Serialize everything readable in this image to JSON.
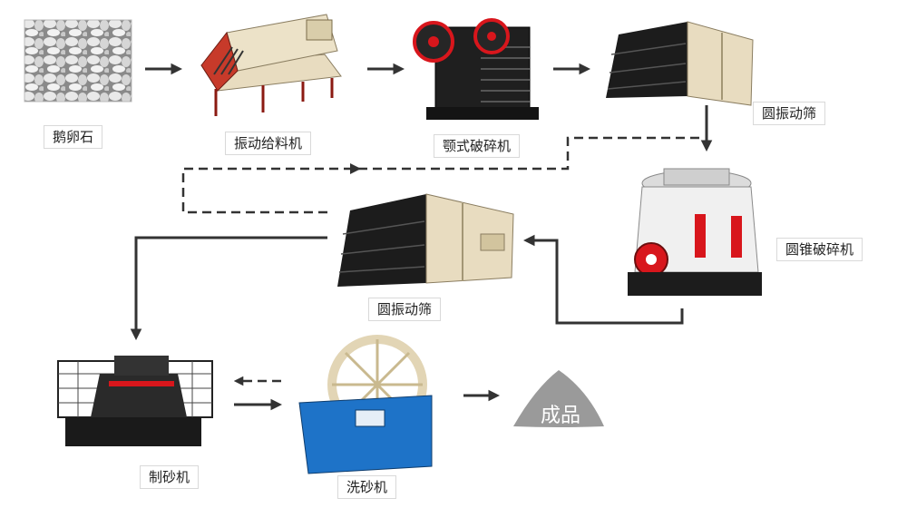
{
  "steps": {
    "pebbles": "鹅卵石",
    "feeder": "振动给料机",
    "jaw_crusher": "颚式破碎机",
    "screen_1": "圆振动筛",
    "cone_crusher": "圆锥破碎机",
    "screen_2": "圆振动筛",
    "sand_maker": "制砂机",
    "sand_washer": "洗砂机",
    "product": "成品"
  },
  "colors": {
    "arrow": "#333333",
    "machine_dark": "#1d1d1d",
    "machine_cream": "#e8dcc0",
    "accent_red": "#d8161c",
    "washer_blue": "#1e73c8",
    "product_gray": "#9a9a9a"
  }
}
